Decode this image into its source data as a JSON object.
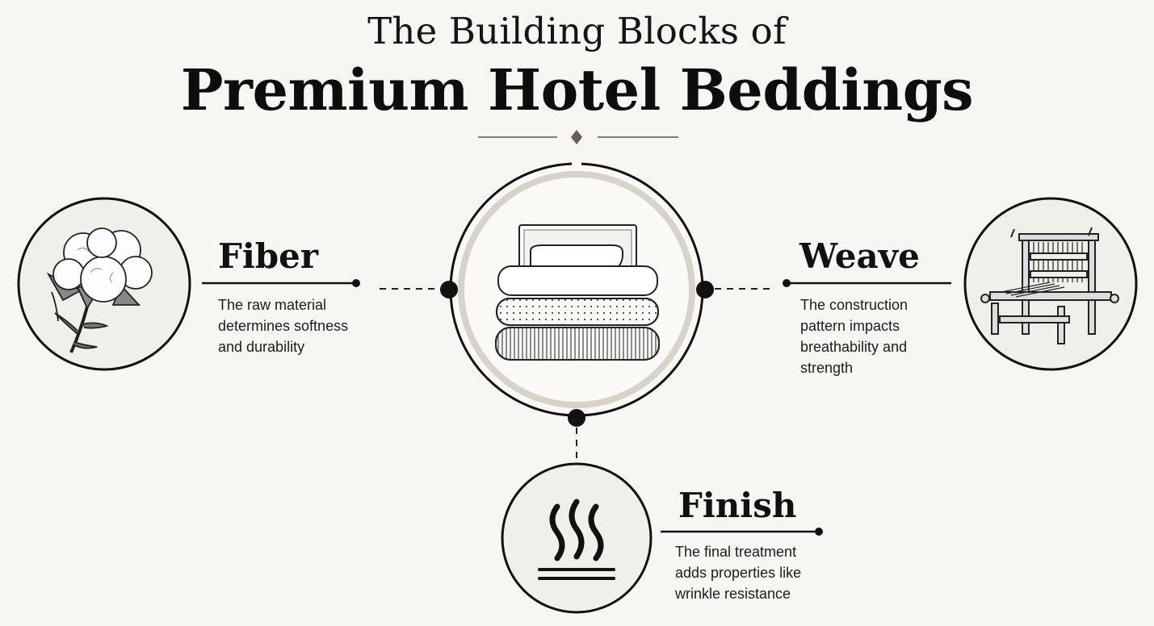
{
  "header": {
    "subtitle": "The Building Blocks of",
    "title": "Premium Hotel Beddings"
  },
  "colors": {
    "background": "#f7f6f3",
    "ink": "#111111",
    "ring": "#d8d3ca",
    "circle_fill": "#f1efea"
  },
  "center": {
    "icon": "stacked-bedding-icon"
  },
  "nodes": [
    {
      "id": "fiber",
      "heading": "Fiber",
      "icon": "cotton-boll-icon",
      "description": [
        "The raw material",
        "determines softness",
        "and durability"
      ]
    },
    {
      "id": "weave",
      "heading": "Weave",
      "icon": "loom-icon",
      "description": [
        "The construction",
        "pattern impacts",
        "breathability and",
        "strength"
      ]
    },
    {
      "id": "finish",
      "heading": "Finish",
      "icon": "steam-heat-icon",
      "description": [
        "The final treatment",
        "adds properties like",
        "wrinkle resistance"
      ]
    }
  ]
}
